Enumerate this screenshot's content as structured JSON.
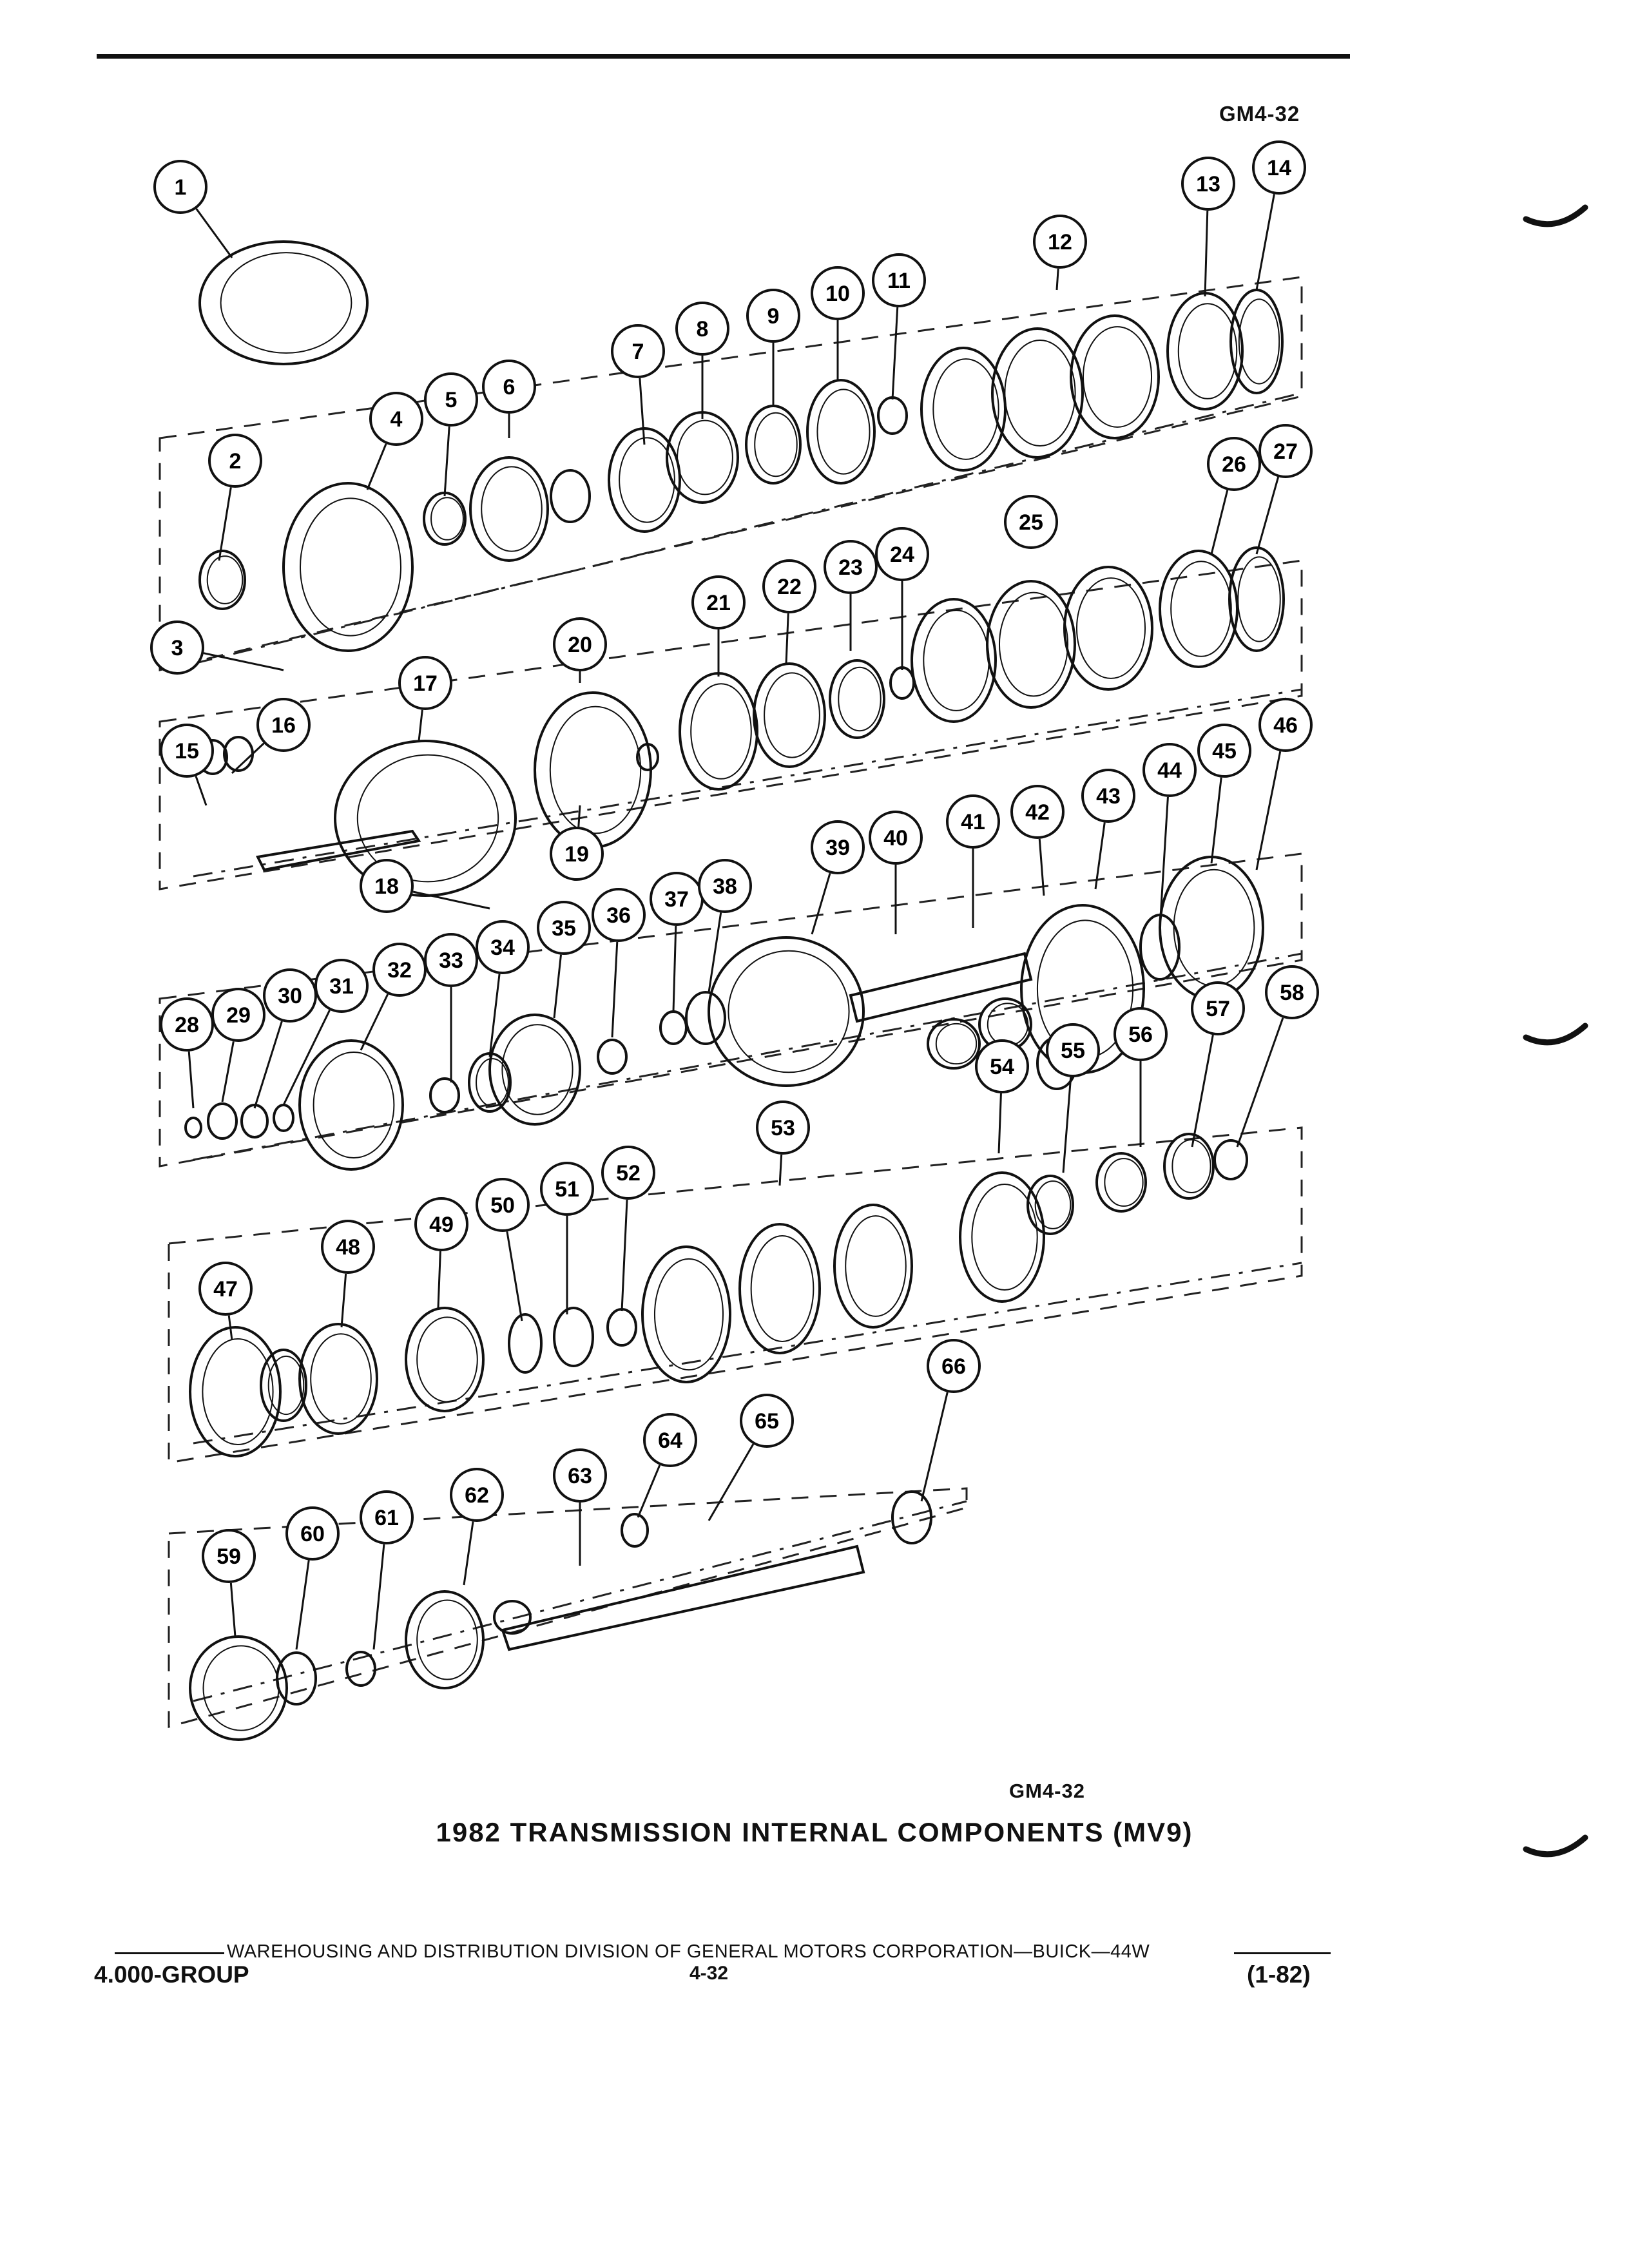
{
  "header": {
    "figure_id": "GM4-32"
  },
  "diagram": {
    "callouts": [
      "1",
      "2",
      "3",
      "4",
      "5",
      "6",
      "7",
      "8",
      "9",
      "10",
      "11",
      "12",
      "13",
      "14",
      "15",
      "16",
      "17",
      "18",
      "19",
      "20",
      "21",
      "22",
      "23",
      "24",
      "25",
      "26",
      "27",
      "28",
      "29",
      "30",
      "31",
      "32",
      "33",
      "34",
      "35",
      "36",
      "37",
      "38",
      "39",
      "40",
      "41",
      "42",
      "43",
      "44",
      "45",
      "46",
      "47",
      "48",
      "49",
      "50",
      "51",
      "52",
      "53",
      "54",
      "55",
      "56",
      "57",
      "58",
      "59",
      "60",
      "61",
      "62",
      "63",
      "64",
      "65",
      "66"
    ],
    "figure_id": "GM4-32"
  },
  "caption": "1982 TRANSMISSION INTERNAL COMPONENTS (MV9)",
  "footer": {
    "division": "WAREHOUSING AND DISTRIBUTION  DIVISION OF GENERAL MOTORS CORPORATION—BUICK—44W",
    "group": "4.000-GROUP",
    "page": "4-32",
    "date": "(1-82)"
  }
}
